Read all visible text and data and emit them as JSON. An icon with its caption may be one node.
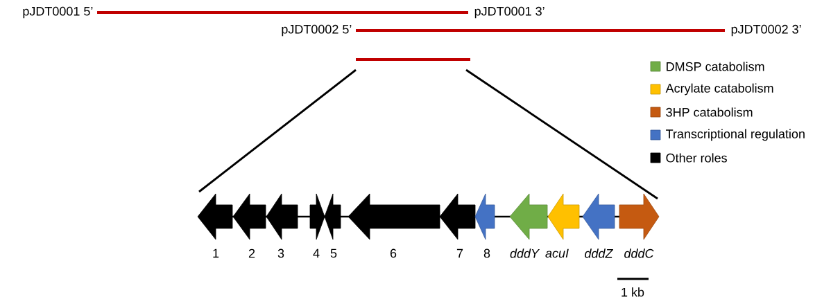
{
  "diagram": {
    "nodes": [
      {
        "text": [],
        "shape": "arrow",
        "beside": [
          "1"
        ]
      },
      {
        "text": [],
        "shape": "arrow",
        "beside": [
          "2"
        ]
      },
      {
        "text": [],
        "shape": "arrow",
        "beside": [
          "3"
        ]
      },
      {
        "text": [],
        "shape": "arrow",
        "beside": [
          "4"
        ]
      },
      {
        "text": [],
        "shape": "arrow",
        "beside": [
          "5"
        ]
      },
      {
        "text": [],
        "shape": "arrow",
        "beside": [
          "6"
        ]
      },
      {
        "text": [],
        "shape": "arrow",
        "beside": [
          "7"
        ]
      },
      {
        "text": [],
        "shape": "arrow",
        "beside": [
          "8"
        ]
      },
      {
        "text": [],
        "shape": "arrow",
        "beside": [
          "dddY"
        ]
      },
      {
        "text": [],
        "shape": "arrow",
        "beside": [
          "acuI"
        ]
      },
      {
        "text": [],
        "shape": "arrow",
        "beside": [
          "dddZ"
        ]
      },
      {
        "text": [],
        "shape": "arrow",
        "beside": [
          "dddC"
        ]
      }
    ],
    "labels": [
      "pJDT0001 5’",
      "pJDT0001 3’",
      "pJDT0002 5’",
      "pJDT0002 3’",
      "1 kb"
    ],
    "legend": [
      {
        "text": "DMSP catabolism",
        "color": "#70ad47"
      },
      {
        "text": "Acrylate catabolism",
        "color": "#ffc000"
      },
      {
        "text": "3HP catabolism",
        "color": "#c55a11"
      },
      {
        "text": "Transcriptional regulation",
        "color": "#4472c4"
      },
      {
        "text": "Other roles",
        "color": "#000000"
      }
    ]
  }
}
